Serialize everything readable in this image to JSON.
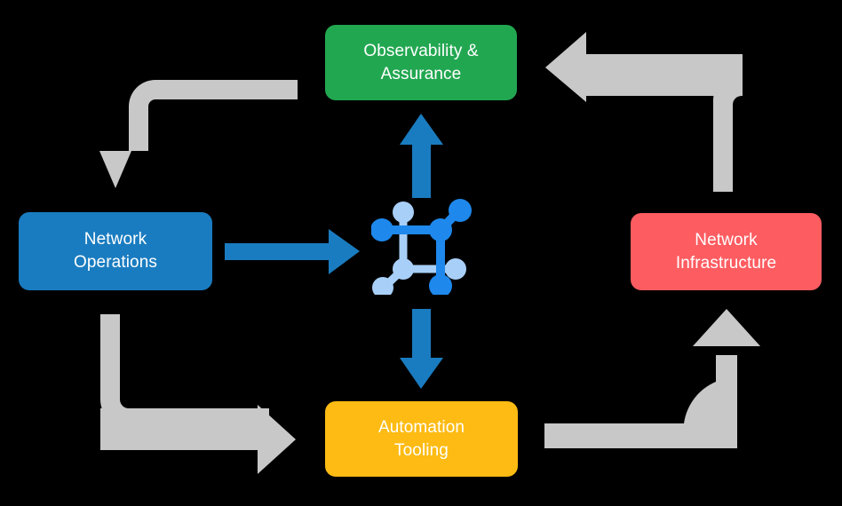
{
  "diagram": {
    "title": "Network automation lifecycle cycle diagram",
    "background_color": "#000000",
    "nodes": [
      {
        "id": "observability",
        "label": "Observability &\nAssurance",
        "color": "#22a751",
        "position": "top"
      },
      {
        "id": "network-operations",
        "label": "Network\nOperations",
        "color": "#1a7cc0",
        "position": "left"
      },
      {
        "id": "network-infrastructure",
        "label": "Network\nInfrastructure",
        "color": "#fd5c61",
        "position": "right"
      },
      {
        "id": "automation-tooling",
        "label": "Automation\nTooling",
        "color": "#fdbb13",
        "position": "bottom"
      }
    ],
    "center": {
      "icon": "network-topology-icon",
      "colors": {
        "primary": "#1e88ec",
        "secondary": "#a8cff7"
      }
    },
    "connectors": {
      "blue_color": "#1a7cc0",
      "gray_color": "#c8c8c8",
      "items": [
        {
          "id": "ops-to-center",
          "direction": "right",
          "color": "#1a7cc0",
          "from": "network-operations",
          "to": "center"
        },
        {
          "id": "center-to-observability",
          "direction": "up",
          "color": "#1a7cc0",
          "from": "center",
          "to": "observability"
        },
        {
          "id": "center-to-automation",
          "direction": "down",
          "color": "#1a7cc0",
          "from": "center",
          "to": "automation-tooling"
        },
        {
          "id": "observability-to-operations",
          "direction": "down-left",
          "color": "#c8c8c8",
          "from": "observability",
          "to": "network-operations"
        },
        {
          "id": "infrastructure-to-observability",
          "direction": "up-left",
          "color": "#c8c8c8",
          "from": "network-infrastructure",
          "to": "observability"
        },
        {
          "id": "operations-to-automation",
          "direction": "down-right",
          "color": "#c8c8c8",
          "from": "network-operations",
          "to": "automation-tooling"
        },
        {
          "id": "automation-to-infrastructure",
          "direction": "up-right",
          "color": "#c8c8c8",
          "from": "automation-tooling",
          "to": "network-infrastructure"
        }
      ]
    }
  }
}
